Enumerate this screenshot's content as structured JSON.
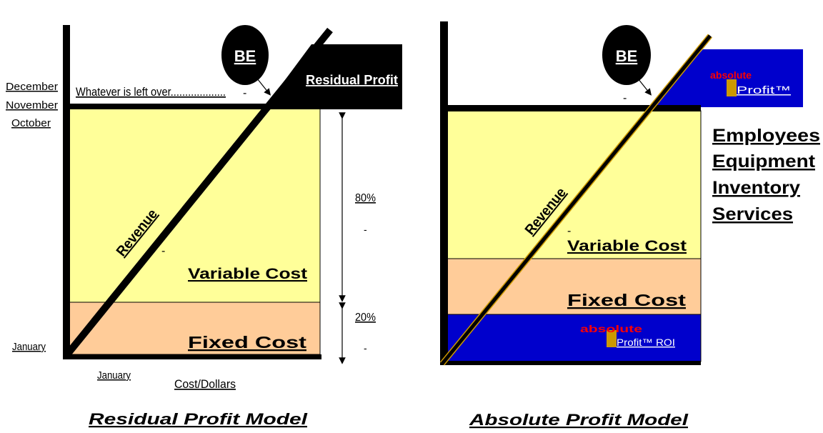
{
  "left_model": {
    "title": "Residual Profit Model",
    "y_labels": [
      "December",
      "November",
      "October",
      "January"
    ],
    "x_labels": [
      "January",
      "Cost/Dollars"
    ],
    "leftover_text": "Whatever is left over...................",
    "be_label": "BE",
    "residual_label": "Residual Profit",
    "revenue_label": "Revenue",
    "variable_label": "Variable Cost",
    "fixed_label": "Fixed Cost",
    "pct_top": "80%",
    "pct_bottom": "20%",
    "dash": "-"
  },
  "right_model": {
    "title": "Absolute Profit Model",
    "be_label": "BE",
    "revenue_label": "Revenue",
    "variable_label": "Variable Cost",
    "fixed_label": "Fixed Cost",
    "logo_top": {
      "line1": "absolute",
      "line2": "Profit™"
    },
    "logo_bottom": {
      "line1": "absolute",
      "line2": "Profit™ ROI"
    },
    "resources": [
      "Employees",
      "Equipment",
      "Inventory",
      "Services"
    ],
    "dash": "-"
  },
  "colors": {
    "variable_fill": "#ffff99",
    "fixed_fill": "#ffcc99",
    "blue": "#0000cc",
    "logo_red": "#ff0000",
    "logo_gold": "#cc9900"
  }
}
